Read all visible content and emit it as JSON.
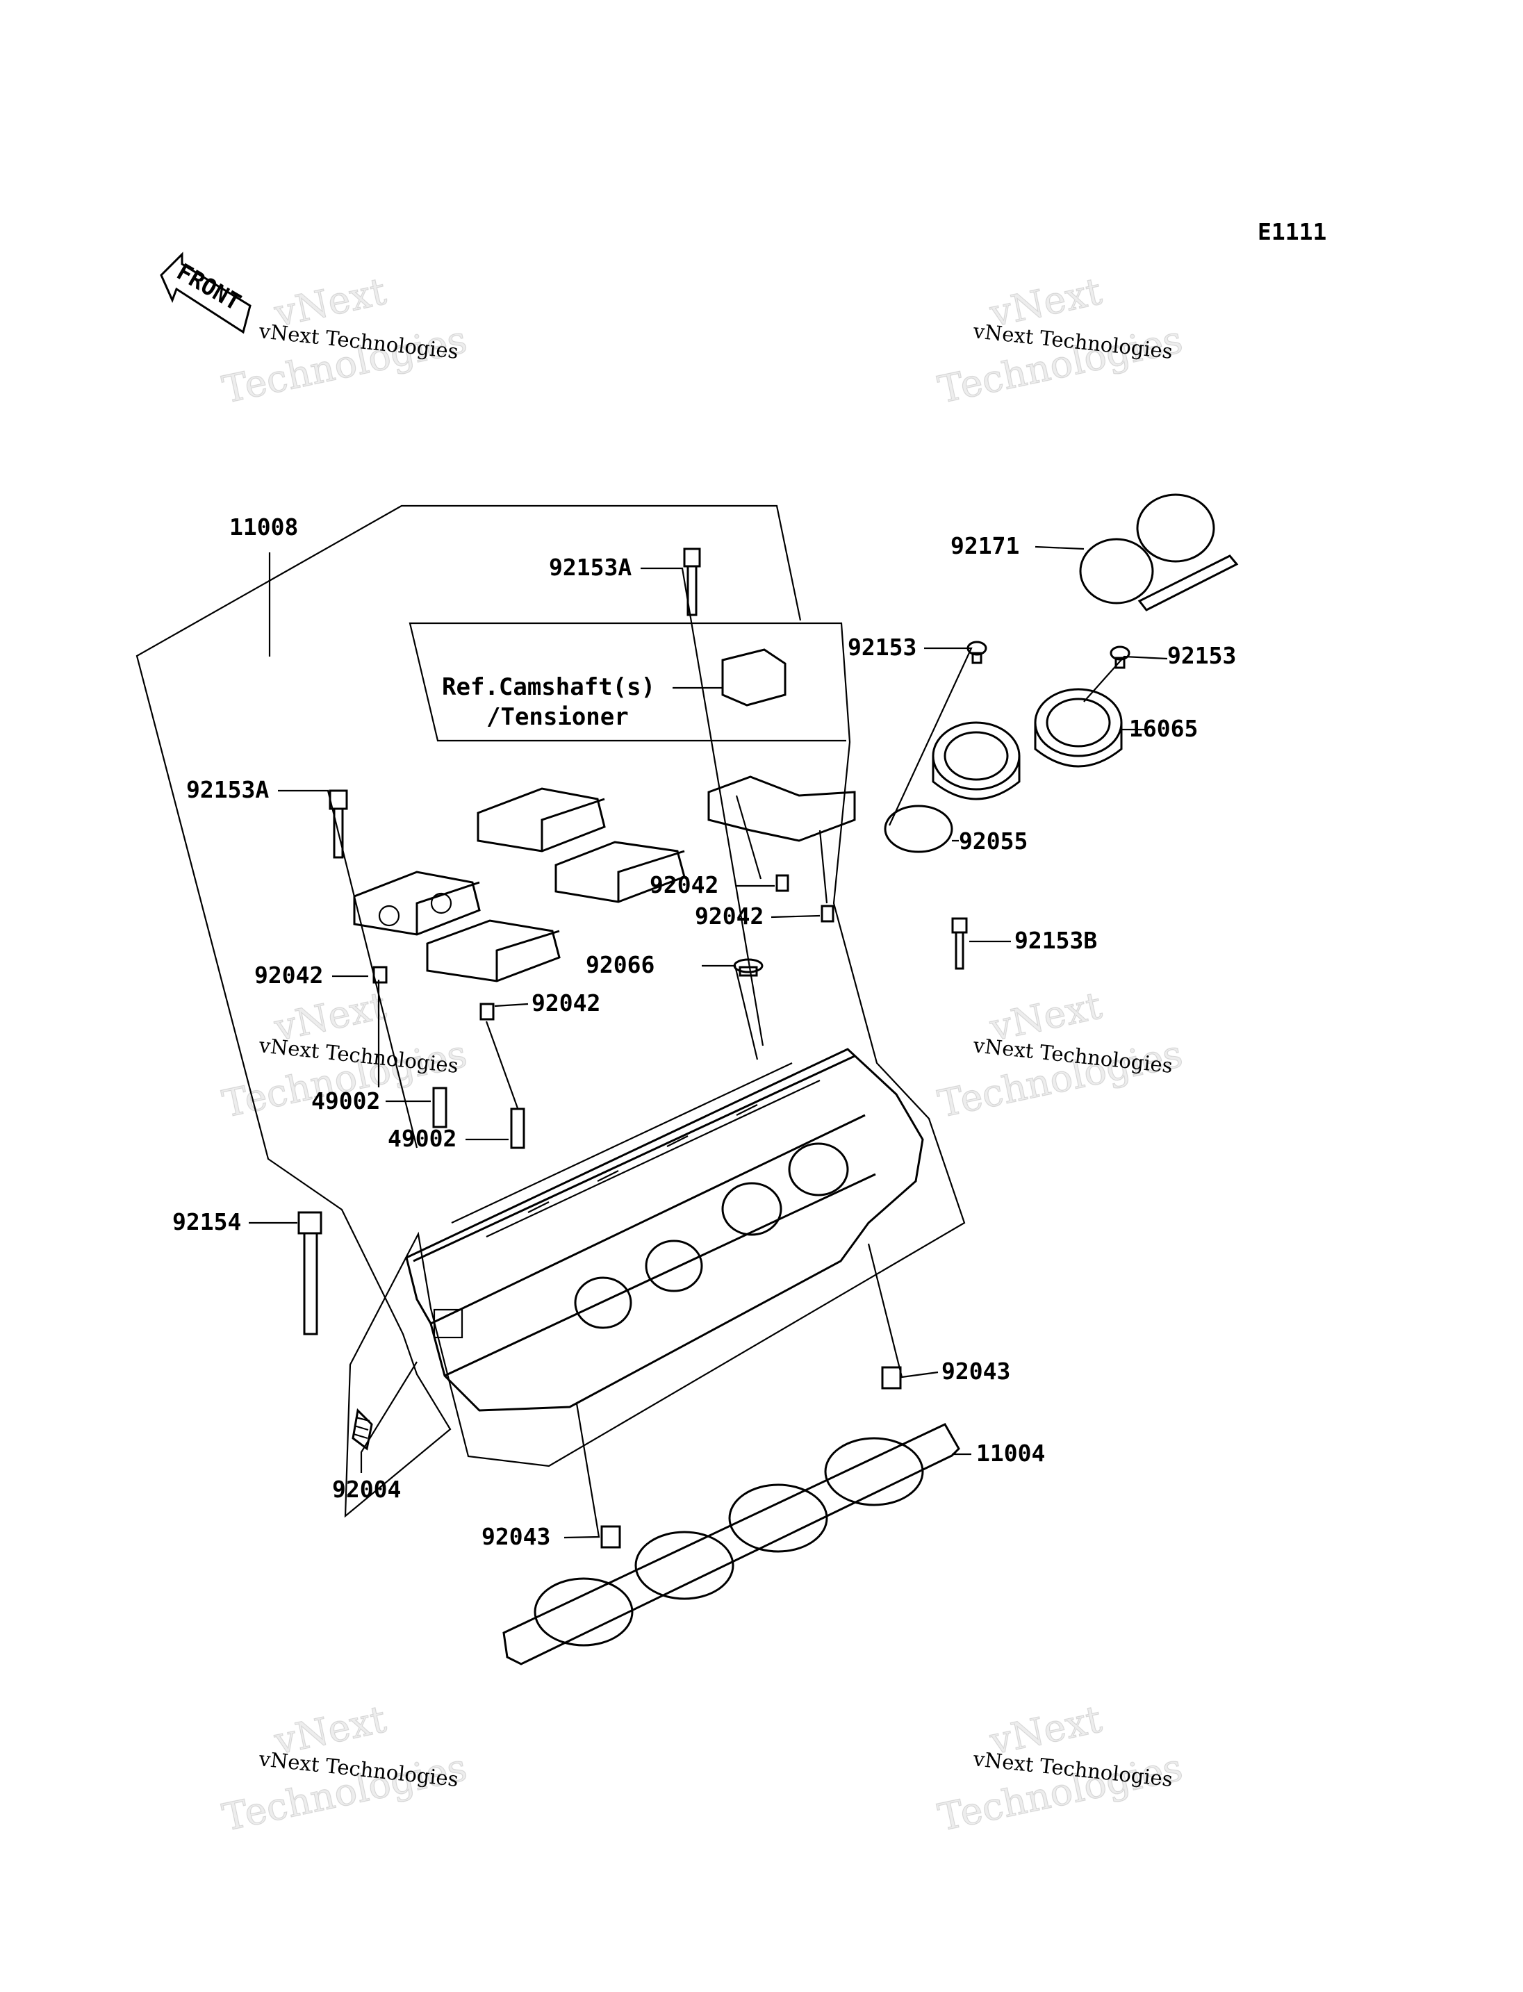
{
  "diagram": {
    "code": "E1111",
    "front_label": "FRONT",
    "reference_note": {
      "line1": "Ref.Camshaft(s)",
      "line2": "/Tensioner"
    },
    "part_labels": {
      "p11008": "11008",
      "p92153A_top": "92153A",
      "p92153A_left": "92153A",
      "p92153_left": "92153",
      "p92153_right": "92153",
      "p92171": "92171",
      "p16065": "16065",
      "p92055": "92055",
      "p92042_a": "92042",
      "p92042_b": "92042",
      "p92042_c": "92042",
      "p92042_d": "92042",
      "p92066": "92066",
      "p92153B": "92153B",
      "p49002_a": "49002",
      "p49002_b": "49002",
      "p92154": "92154",
      "p92043_right": "92043",
      "p92043_left": "92043",
      "p11004": "11004",
      "p92004": "92004"
    }
  },
  "watermark": {
    "line_small": "vNext Technologies",
    "line_big_1": "vNext",
    "line_big_2": "Technologies"
  }
}
